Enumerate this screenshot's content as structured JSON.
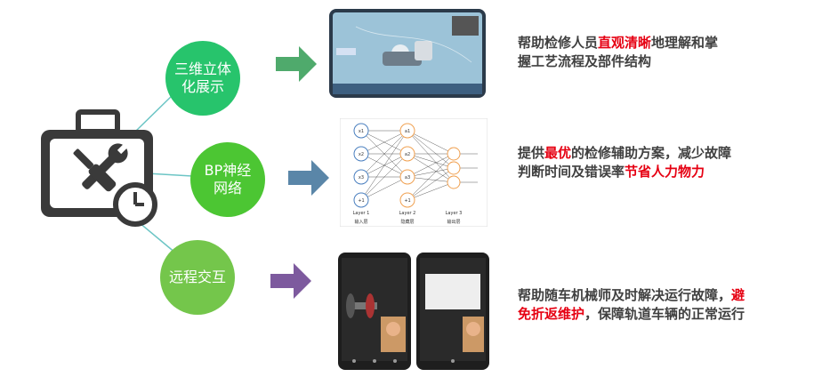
{
  "nodes": [
    {
      "label": "三维立体化展示",
      "color": "#27c46c"
    },
    {
      "label": "BP神经网络",
      "color": "#4cc633"
    },
    {
      "label": "远程交互",
      "color": "#74c64b"
    }
  ],
  "arrows": [
    {
      "color": "#4faa6c"
    },
    {
      "color": "#5a86a8"
    },
    {
      "color": "#7d5a9e"
    }
  ],
  "descriptions": [
    {
      "segments": [
        {
          "text": "帮助检修人员",
          "highlight": false
        },
        {
          "text": "直观清晰",
          "highlight": true
        },
        {
          "text": "地理解和掌握工艺流程及部件结构",
          "highlight": false
        }
      ]
    },
    {
      "segments": [
        {
          "text": "提供",
          "highlight": false
        },
        {
          "text": "最优",
          "highlight": true
        },
        {
          "text": "的检修辅助方案，减少故障判断时间及错误率",
          "highlight": false
        },
        {
          "text": "节省人力物力",
          "highlight": true
        }
      ]
    },
    {
      "segments": [
        {
          "text": "帮助随车机械师及时解决运行故障，",
          "highlight": false
        },
        {
          "text": "避免折返维护",
          "highlight": true
        },
        {
          "text": "，保障轨道车辆的正常运行",
          "highlight": false
        }
      ]
    }
  ],
  "network": {
    "layer_labels": [
      "Layer 1",
      "Layer 2",
      "Layer 3"
    ],
    "layer_sublabels": [
      "输入层",
      "隐藏层",
      "输出层"
    ],
    "input_nodes": [
      "x1",
      "x2",
      "x3",
      "+1"
    ],
    "hidden_nodes": [
      "a1",
      "a2",
      "a3",
      "+1"
    ],
    "output_nodes": [
      "",
      "",
      ""
    ]
  },
  "toolbox_icon": "toolbox-wrench-screwdriver-clock-icon",
  "colors": {
    "highlight": "#e60012",
    "text": "#404040",
    "connector": "#6cc5c5"
  }
}
